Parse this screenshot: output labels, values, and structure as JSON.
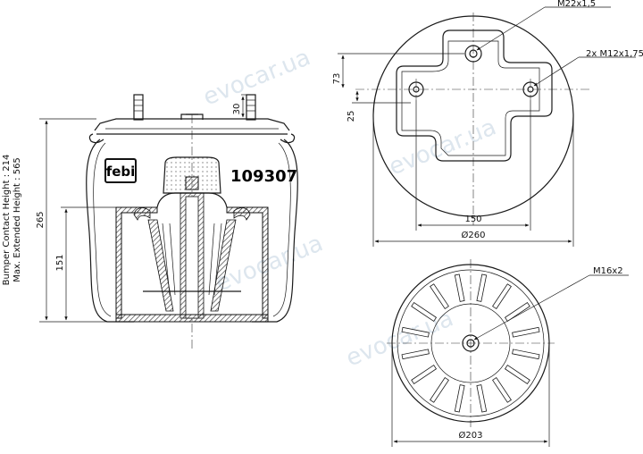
{
  "part_number": "109307",
  "brand": "febi",
  "watermark": "evocar.ua",
  "side_view": {
    "bumper_contact_label": "Bumper Contact Height : 214",
    "max_extended_label": "Max. Extended Height : 565",
    "dim_overall_height": "265",
    "dim_piston_height": "151",
    "dim_stud_height": "30"
  },
  "top_view": {
    "center_thread": "M22x1,5",
    "side_thread": "2x M12x1,75",
    "dim_offset_73": "73",
    "dim_offset_25": "25",
    "dim_stud_spacing": "150",
    "dim_diameter": "Ø260"
  },
  "bottom_view": {
    "thread": "M16x2",
    "dim_diameter": "Ø203"
  },
  "colors": {
    "line": "#1a1a1a",
    "hatch": "#444444",
    "watermark": "#dde6ee"
  }
}
